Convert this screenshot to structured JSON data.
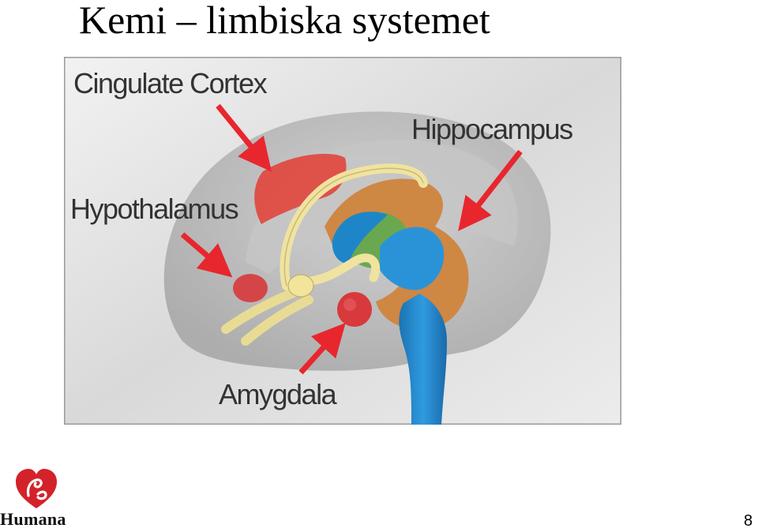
{
  "slide": {
    "title": "Kemi – limbiska systemet",
    "page_number": "8"
  },
  "figure": {
    "labels": {
      "cingulate_cortex": "Cingulate Cortex",
      "hippocampus": "Hippocampus",
      "hypothalamus": "Hypothalamus",
      "amygdala": "Amygdala"
    },
    "colors": {
      "frame_border": "#9a9a9a",
      "brain_gray": "#b9b9b9",
      "cingulate_red": "#e0483f",
      "arrow_red": "#e8262e",
      "fornix_yellow": "#f0e3a0",
      "brainstem_blue": "#1e86c8",
      "hippocampus_orange": "#cf8744",
      "amygdala_red": "#d8393c",
      "thalamus_green": "#6aa84f"
    }
  },
  "logo": {
    "text": "Humana",
    "icon": "humana-heart-logo",
    "color": "#d3222a"
  }
}
